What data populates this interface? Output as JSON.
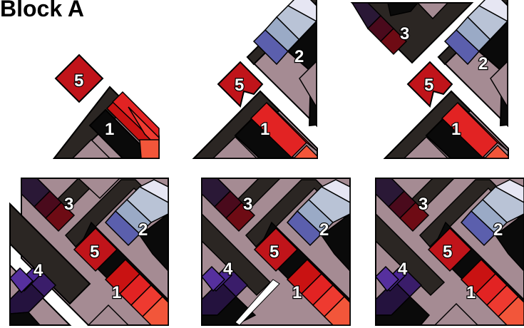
{
  "title": "Block A",
  "piece_labels": {
    "p1": "1",
    "p2": "2",
    "p3": "3",
    "p4": "4",
    "p5": "5"
  },
  "colors": {
    "strip_dark": "#2b2623",
    "strip_black": "#0a0a0a",
    "mauve": "#a58b93",
    "red": [
      "#c91212",
      "#e22323",
      "#ee3a30",
      "#f2563a"
    ],
    "maroon": [
      "#2a1836",
      "#4a0a1c",
      "#6e0b14",
      "#8a1015"
    ],
    "blue": [
      "#e6e6f3",
      "#b9c3d6",
      "#9aaac6",
      "#5b5fad"
    ],
    "purple": [
      "#24123e",
      "#3a1d6a",
      "#4b2694",
      "#56309e"
    ],
    "center": "#c0141a"
  },
  "stages": [
    {
      "step": 1,
      "pieces": [
        "1",
        "5"
      ]
    },
    {
      "step": 2,
      "pieces": [
        "1",
        "5",
        "2"
      ]
    },
    {
      "step": 3,
      "pieces": [
        "1",
        "5",
        "2",
        "3"
      ]
    },
    {
      "step": 4,
      "pieces": [
        "1",
        "5",
        "2",
        "3",
        "4"
      ]
    },
    {
      "step": 5,
      "pieces": [
        "1",
        "5",
        "2",
        "3",
        "4"
      ]
    },
    {
      "step": 6,
      "pieces": [
        "1",
        "5",
        "2",
        "3",
        "4"
      ]
    }
  ]
}
